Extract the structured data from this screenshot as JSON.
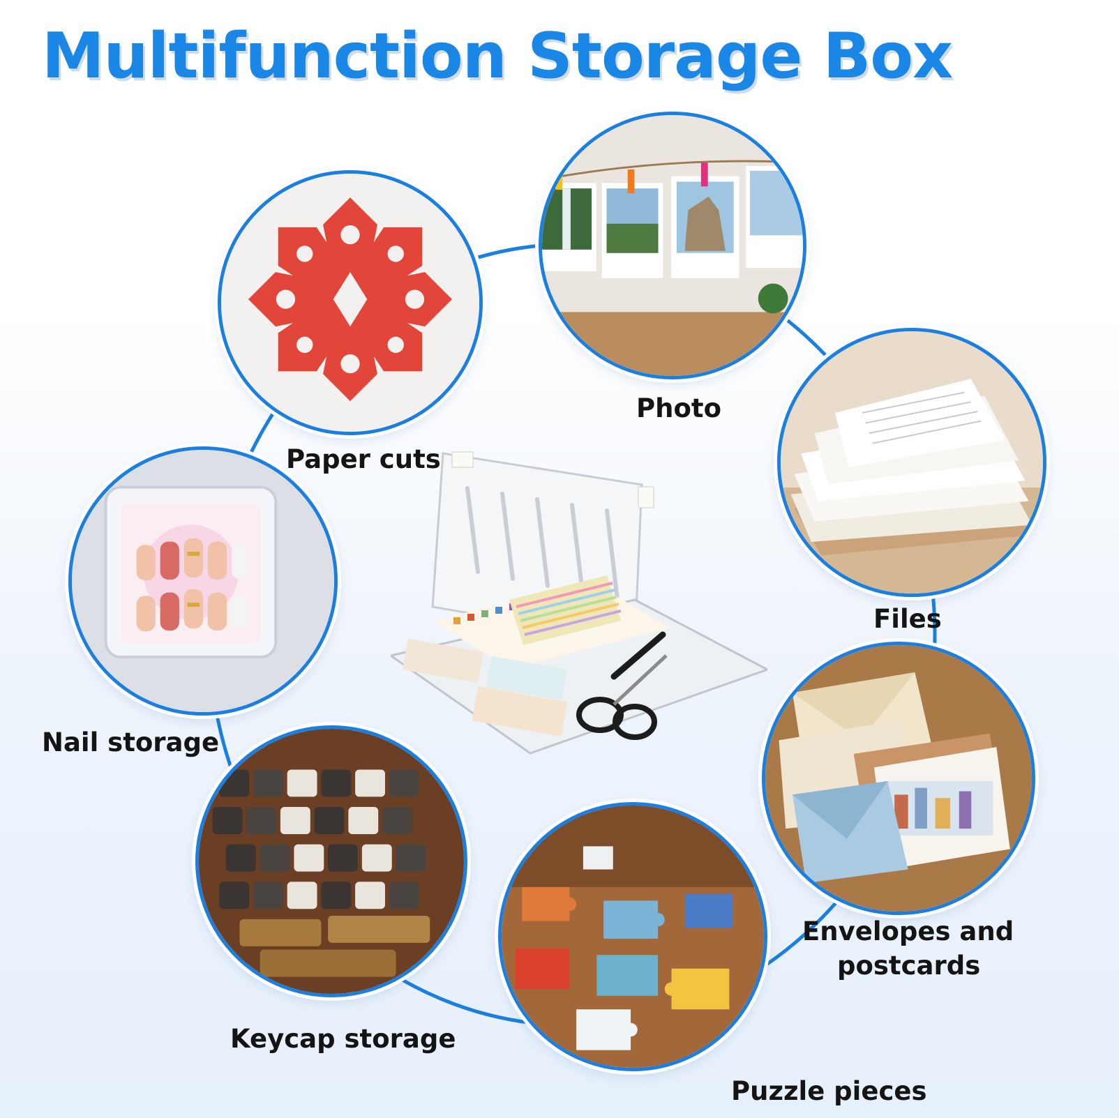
{
  "title": "Multifunction Storage Box",
  "accent_color": "#1a86e6",
  "ring_color": "#1a7fe0",
  "uses": [
    {
      "label": "Paper cuts",
      "icon": "paper-cut-flower"
    },
    {
      "label": "Photo",
      "icon": "hanging-photos"
    },
    {
      "label": "Files",
      "icon": "paper-stack"
    },
    {
      "label": "Envelopes and",
      "label2": "postcards",
      "icon": "envelopes"
    },
    {
      "label": "Puzzle pieces",
      "icon": "puzzle-pieces"
    },
    {
      "label": "Keycap storage",
      "icon": "keycaps"
    },
    {
      "label": "Nail storage",
      "icon": "nail-art-box"
    }
  ],
  "center_product": {
    "icon": "clear-storage-box"
  }
}
